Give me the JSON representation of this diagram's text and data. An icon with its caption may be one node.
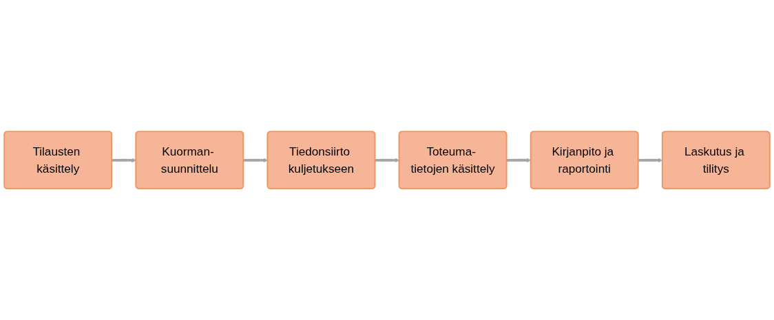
{
  "diagram": {
    "nodes": [
      {
        "text": [
          "Tilausten käsittely"
        ]
      },
      {
        "text": [
          "Kuorman- suunnittelu"
        ]
      },
      {
        "text": [
          "Tiedonsiirto kuljetukseen"
        ]
      },
      {
        "text": [
          "Toteuma- tietojen käsittely"
        ]
      },
      {
        "text": [
          "Kirjanpito ja raportointi"
        ]
      },
      {
        "text": [
          "Laskutus ja tilitys"
        ]
      }
    ],
    "edges": [
      {
        "from": 0,
        "to": 1,
        "arrow": "to"
      },
      {
        "from": 1,
        "to": 2,
        "arrow": "to"
      },
      {
        "from": 2,
        "to": 3,
        "arrow": "to"
      },
      {
        "from": 3,
        "to": 4,
        "arrow": "to"
      },
      {
        "from": 4,
        "to": 5,
        "arrow": "to"
      }
    ]
  }
}
